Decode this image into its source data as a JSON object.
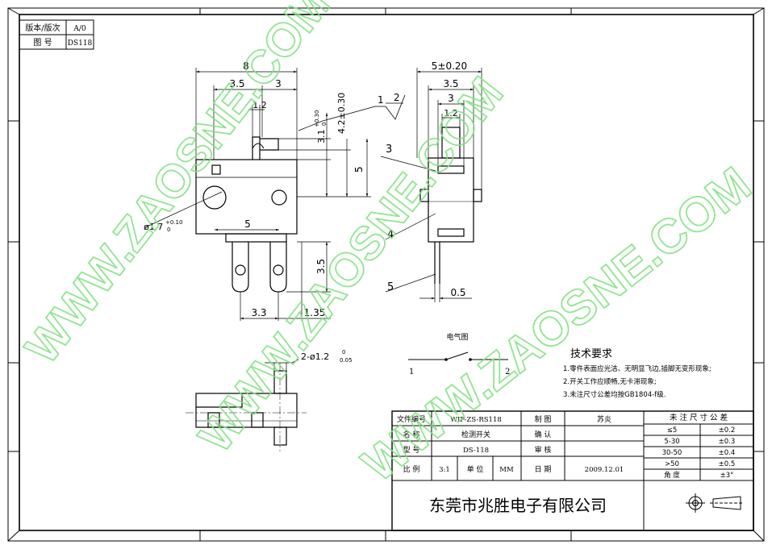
{
  "revision_table": {
    "version_label": "版本/版次",
    "version_value": "A/0",
    "drawing_no_label": "图  号",
    "drawing_no_value": "DS118"
  },
  "dimensions": {
    "top_width": "8",
    "top_left": "3.5",
    "top_right": "3",
    "lever_width": "1.2",
    "lever_offset": "3.1",
    "lever_offset_tol_upper": "+0.30",
    "lever_offset_tol_lower": "0",
    "lever_height": "4.2±0.30",
    "body_height": "5",
    "hole_dia": "ø1.7",
    "hole_dia_tol_upper": "+0.10",
    "hole_dia_tol_lower": "0",
    "hole_spacing": "5",
    "terminal_height": "3.5",
    "terminal_pitch": "3.3",
    "terminal_edge": "1.35",
    "side_width": "5±0.20",
    "side_inner": "3.5",
    "side_mid": "3",
    "side_lever": "1.2",
    "pin_thickness": "0.5",
    "pin_hole": "2-ø1.2",
    "pin_hole_tol_upper": "0",
    "pin_hole_tol_lower": "0.05"
  },
  "callouts": [
    "1",
    "2",
    "3",
    "4",
    "5"
  ],
  "schematic": {
    "title": "电气图",
    "terminal_1": "1",
    "terminal_2": "2"
  },
  "tech_requirements": {
    "title": "技术要求",
    "items": [
      "1.零件表面应光洁、无明显飞边,插脚无变形现象;",
      "2.开关工作应顺畅,无卡滞现象;",
      "3.未注尺寸公差均按GB1804-f级."
    ]
  },
  "title_block": {
    "file_no_label": "文件编号",
    "file_no_value": "WIP-ZS-RS118",
    "name_label": "名  称",
    "name_value": "检测开关",
    "model_label": "型  号",
    "model_value": "DS-118",
    "scale_label": "比  例",
    "scale_value": "3:1",
    "unit_label": "单  位",
    "unit_value": "MM",
    "drawn_label": "制  图",
    "drawn_value": "苏炎",
    "confirm_label": "确  认",
    "review_label": "审  核",
    "date_label": "日  期",
    "date_value": "2009.12.01",
    "company": "东莞市兆胜电子有限公司"
  },
  "tolerance_table": {
    "title": "未 注 尺 寸 公 差",
    "rows": [
      {
        "range": "≤5",
        "tol": "±0.2"
      },
      {
        "range": "5-30",
        "tol": "±0.3"
      },
      {
        "range": "30-50",
        "tol": "±0.4"
      },
      {
        "range": ">50",
        "tol": "±0.5"
      },
      {
        "range": "角  度",
        "tol": "±3°"
      }
    ]
  },
  "watermarks": [
    "WWW.ZAOSNE.COM",
    "WWW.ZAOSNE.COM",
    "WWW.ZAOSNE.COM"
  ]
}
